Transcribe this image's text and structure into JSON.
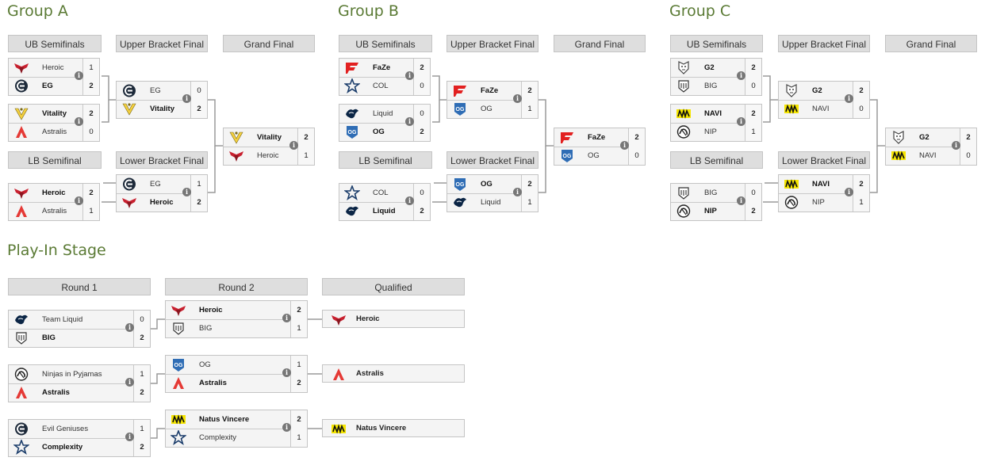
{
  "groups": [
    {
      "title": "Group A",
      "headers": [
        "UB Semifinals",
        "Upper Bracket Final",
        "Grand Final",
        "LB Semifinal",
        "Lower Bracket Final"
      ],
      "matches": [
        {
          "t1": {
            "name": "Heroic",
            "score": "1",
            "logo": "heroic-logo",
            "win": false
          },
          "t2": {
            "name": "EG",
            "score": "2",
            "logo": "eg-logo",
            "win": true
          }
        },
        {
          "t1": {
            "name": "Vitality",
            "score": "2",
            "logo": "vitality-logo",
            "win": true
          },
          "t2": {
            "name": "Astralis",
            "score": "0",
            "logo": "astralis-logo",
            "win": false
          }
        },
        {
          "t1": {
            "name": "EG",
            "score": "0",
            "logo": "eg-logo",
            "win": false
          },
          "t2": {
            "name": "Vitality",
            "score": "2",
            "logo": "vitality-logo",
            "win": true
          }
        },
        {
          "t1": {
            "name": "Heroic",
            "score": "2",
            "logo": "heroic-logo",
            "win": true
          },
          "t2": {
            "name": "Astralis",
            "score": "1",
            "logo": "astralis-logo",
            "win": false
          }
        },
        {
          "t1": {
            "name": "EG",
            "score": "1",
            "logo": "eg-logo",
            "win": false
          },
          "t2": {
            "name": "Heroic",
            "score": "2",
            "logo": "heroic-logo",
            "win": true
          }
        },
        {
          "t1": {
            "name": "Vitality",
            "score": "2",
            "logo": "vitality-logo",
            "win": true
          },
          "t2": {
            "name": "Heroic",
            "score": "1",
            "logo": "heroic-logo",
            "win": false
          }
        }
      ]
    },
    {
      "title": "Group B",
      "headers": [
        "UB Semifinals",
        "Upper Bracket Final",
        "Grand Final",
        "LB Semifinal",
        "Lower Bracket Final"
      ],
      "matches": [
        {
          "t1": {
            "name": "FaZe",
            "score": "2",
            "logo": "faze-logo",
            "win": true
          },
          "t2": {
            "name": "COL",
            "score": "0",
            "logo": "complexity-logo",
            "win": false
          }
        },
        {
          "t1": {
            "name": "Liquid",
            "score": "0",
            "logo": "liquid-logo",
            "win": false
          },
          "t2": {
            "name": "OG",
            "score": "2",
            "logo": "og-logo",
            "win": true
          }
        },
        {
          "t1": {
            "name": "FaZe",
            "score": "2",
            "logo": "faze-logo",
            "win": true
          },
          "t2": {
            "name": "OG",
            "score": "1",
            "logo": "og-logo",
            "win": false
          }
        },
        {
          "t1": {
            "name": "COL",
            "score": "0",
            "logo": "complexity-logo",
            "win": false
          },
          "t2": {
            "name": "Liquid",
            "score": "2",
            "logo": "liquid-logo",
            "win": true
          }
        },
        {
          "t1": {
            "name": "OG",
            "score": "2",
            "logo": "og-logo",
            "win": true
          },
          "t2": {
            "name": "Liquid",
            "score": "1",
            "logo": "liquid-logo",
            "win": false
          }
        },
        {
          "t1": {
            "name": "FaZe",
            "score": "2",
            "logo": "faze-logo",
            "win": true
          },
          "t2": {
            "name": "OG",
            "score": "0",
            "logo": "og-logo",
            "win": false
          }
        }
      ]
    },
    {
      "title": "Group C",
      "headers": [
        "UB Semifinals",
        "Upper Bracket Final",
        "Grand Final",
        "LB Semifinal",
        "Lower Bracket Final"
      ],
      "matches": [
        {
          "t1": {
            "name": "G2",
            "score": "2",
            "logo": "g2-logo",
            "win": true
          },
          "t2": {
            "name": "BIG",
            "score": "0",
            "logo": "big-logo",
            "win": false
          }
        },
        {
          "t1": {
            "name": "NAVI",
            "score": "2",
            "logo": "navi-logo",
            "win": true
          },
          "t2": {
            "name": "NIP",
            "score": "1",
            "logo": "nip-logo",
            "win": false
          }
        },
        {
          "t1": {
            "name": "G2",
            "score": "2",
            "logo": "g2-logo",
            "win": true
          },
          "t2": {
            "name": "NAVI",
            "score": "0",
            "logo": "navi-logo",
            "win": false
          }
        },
        {
          "t1": {
            "name": "BIG",
            "score": "0",
            "logo": "big-logo",
            "win": false
          },
          "t2": {
            "name": "NIP",
            "score": "2",
            "logo": "nip-logo",
            "win": true
          }
        },
        {
          "t1": {
            "name": "NAVI",
            "score": "2",
            "logo": "navi-logo",
            "win": true
          },
          "t2": {
            "name": "NIP",
            "score": "1",
            "logo": "nip-logo",
            "win": false
          }
        },
        {
          "t1": {
            "name": "G2",
            "score": "2",
            "logo": "g2-logo",
            "win": true
          },
          "t2": {
            "name": "NAVI",
            "score": "0",
            "logo": "navi-logo",
            "win": false
          }
        }
      ]
    }
  ],
  "playin": {
    "title": "Play-In Stage",
    "headers": [
      "Round 1",
      "Round 2",
      "Qualified"
    ],
    "matches": [
      {
        "t1": {
          "name": "Team Liquid",
          "score": "0",
          "logo": "liquid-logo",
          "win": false
        },
        "t2": {
          "name": "BIG",
          "score": "2",
          "logo": "big-logo",
          "win": true
        }
      },
      {
        "t1": {
          "name": "Heroic",
          "score": "2",
          "logo": "heroic-logo",
          "win": true
        },
        "t2": {
          "name": "BIG",
          "score": "1",
          "logo": "big-logo",
          "win": false
        }
      },
      {
        "t1": {
          "name": "Ninjas in Pyjamas",
          "score": "1",
          "logo": "nip-logo",
          "win": false
        },
        "t2": {
          "name": "Astralis",
          "score": "2",
          "logo": "astralis-logo",
          "win": true
        }
      },
      {
        "t1": {
          "name": "OG",
          "score": "1",
          "logo": "og-logo",
          "win": false
        },
        "t2": {
          "name": "Astralis",
          "score": "2",
          "logo": "astralis-logo",
          "win": true
        }
      },
      {
        "t1": {
          "name": "Evil Geniuses",
          "score": "1",
          "logo": "eg-logo",
          "win": false
        },
        "t2": {
          "name": "Complexity",
          "score": "2",
          "logo": "complexity-logo",
          "win": true
        }
      },
      {
        "t1": {
          "name": "Natus Vincere",
          "score": "2",
          "logo": "navi-logo",
          "win": true
        },
        "t2": {
          "name": "Complexity",
          "score": "1",
          "logo": "complexity-logo",
          "win": false
        }
      }
    ],
    "qualified": [
      {
        "name": "Heroic",
        "logo": "heroic-logo"
      },
      {
        "name": "Astralis",
        "logo": "astralis-logo"
      },
      {
        "name": "Natus Vincere",
        "logo": "navi-logo"
      }
    ]
  },
  "info_glyph": "i",
  "colors": {
    "title": "#5a7a34",
    "header_bg": "#dedede",
    "line": "#9a9a9a"
  }
}
